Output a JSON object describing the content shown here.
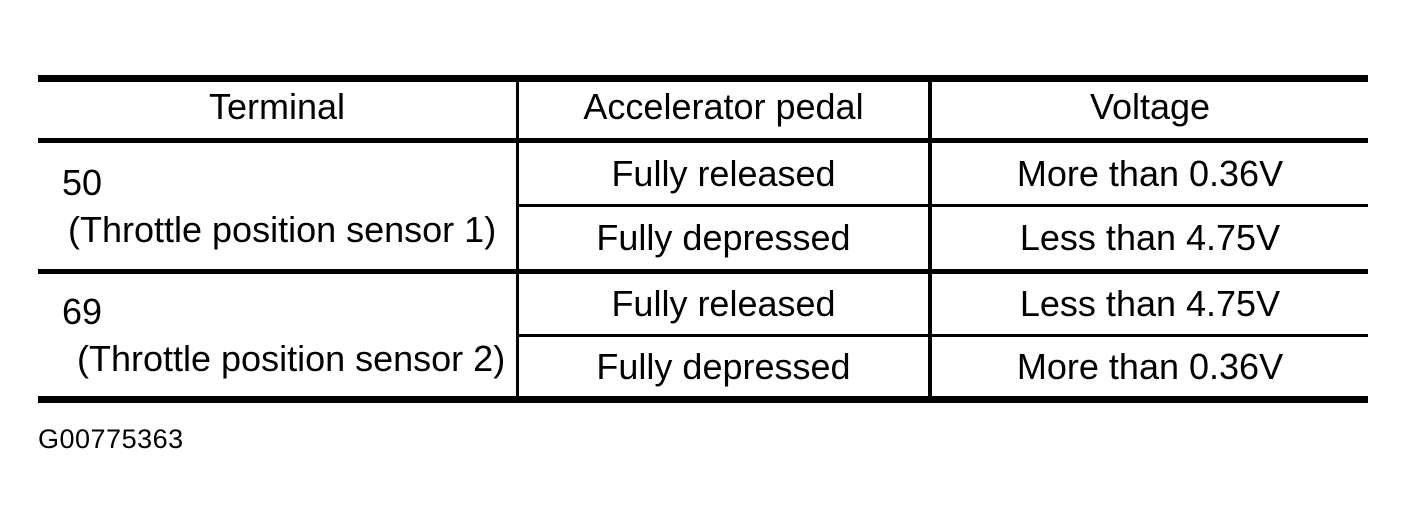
{
  "document": {
    "figure_id": "G00775363"
  },
  "table": {
    "columns": [
      {
        "label": "Terminal"
      },
      {
        "label": "Accelerator pedal"
      },
      {
        "label": "Voltage"
      }
    ],
    "groups": [
      {
        "terminal": "50",
        "terminal_note": "(Throttle position sensor 1)",
        "rows": [
          {
            "pedal": "Fully released",
            "voltage": "More than 0.36V"
          },
          {
            "pedal": "Fully depressed",
            "voltage": "Less than 4.75V"
          }
        ]
      },
      {
        "terminal": "69",
        "terminal_note": "(Throttle position sensor 2)",
        "rows": [
          {
            "pedal": "Fully released",
            "voltage": "Less than 4.75V"
          },
          {
            "pedal": "Fully depressed",
            "voltage": "More than 0.36V"
          }
        ]
      }
    ]
  },
  "colors": {
    "ink": "#000000",
    "paper": "#ffffff"
  }
}
